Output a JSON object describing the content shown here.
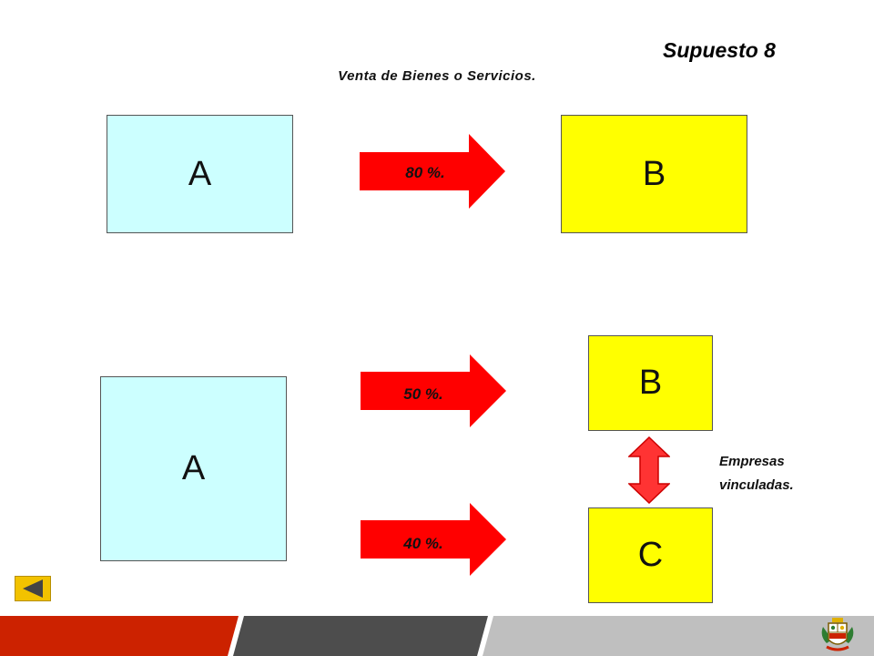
{
  "title": "Supuesto 8",
  "subtitle": "Venta de Bienes o Servicios.",
  "top": {
    "source": "A",
    "target": "B",
    "arrow_label": "80 %."
  },
  "bottom": {
    "source": "A",
    "target_b": "B",
    "target_c": "C",
    "arrow_b_label": "50 %.",
    "arrow_c_label": "40 %."
  },
  "note": {
    "line1": "Empresas",
    "line2": "vinculadas."
  },
  "colors": {
    "cyan_box": "#ccffff",
    "yellow_box": "#ffff00",
    "arrow": "#ff0000",
    "footer_red": "#cc2200",
    "footer_dark": "#4d4d4d",
    "footer_light": "#bfbfbf"
  },
  "icons": {
    "back": "back-arrow-icon",
    "emblem": "coat-of-arms-icon"
  }
}
